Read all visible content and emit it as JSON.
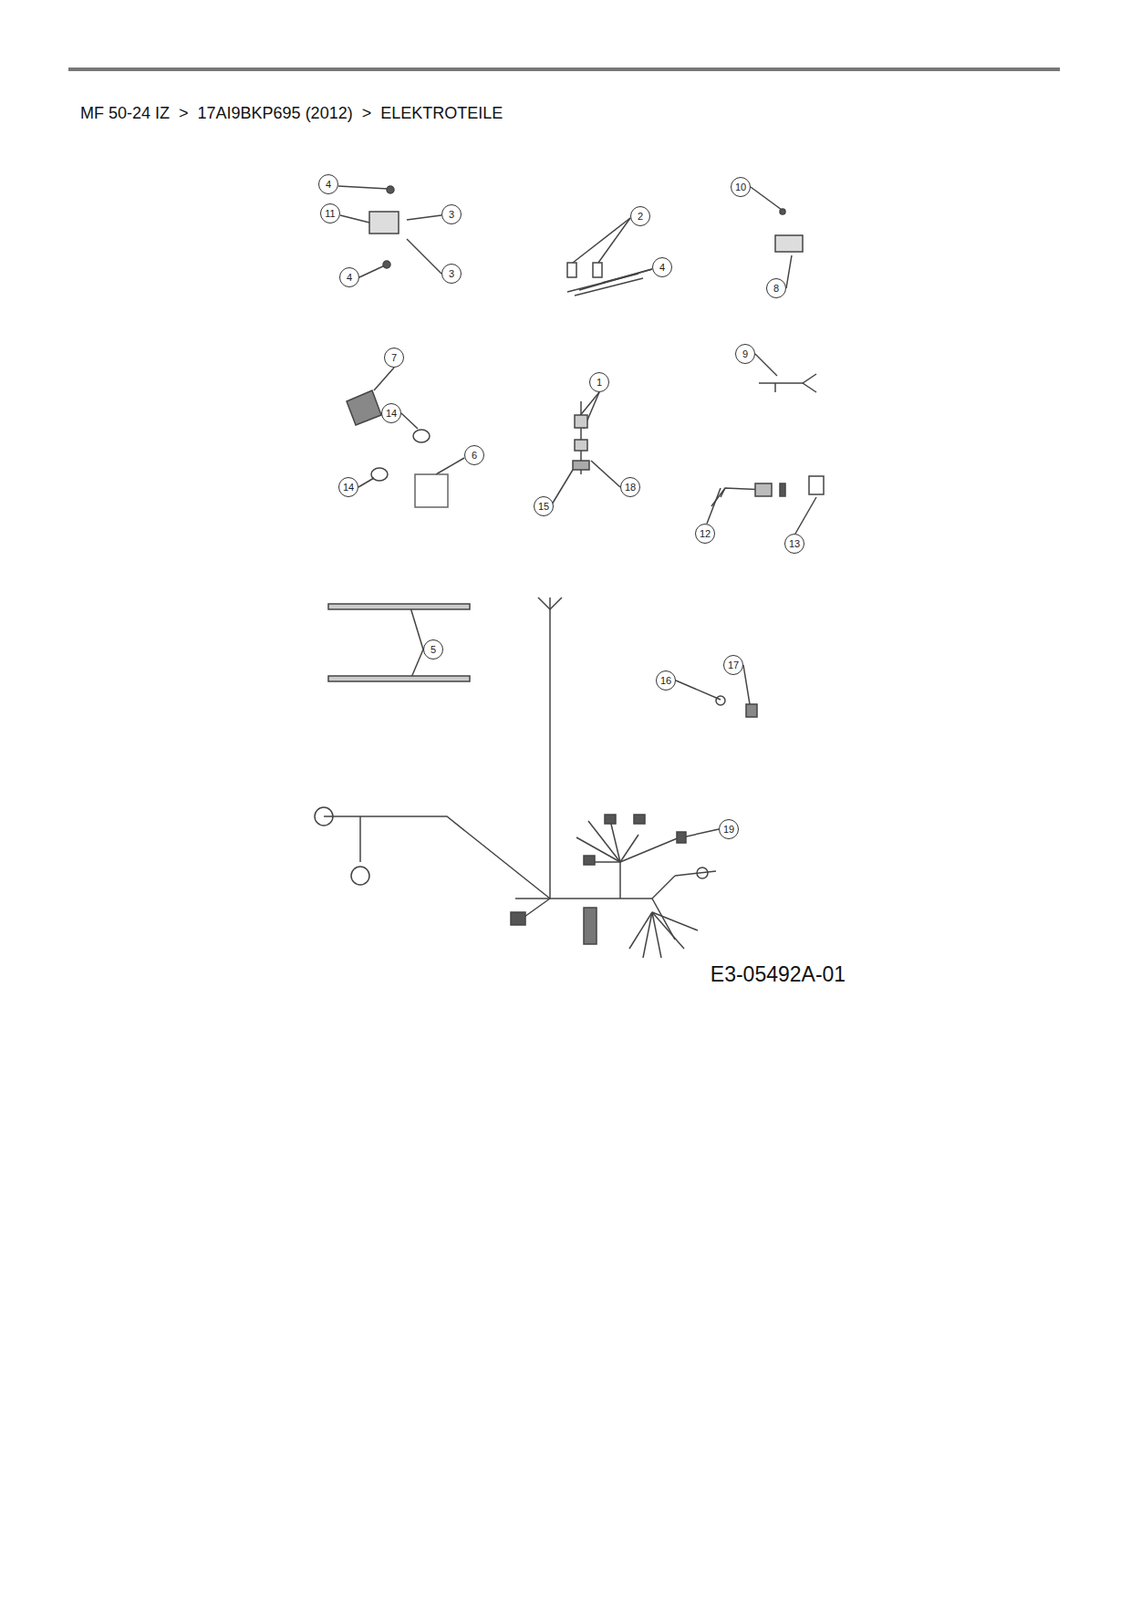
{
  "diagram": {
    "title": "MF 50-24 IZ  >  17AI9BKP695 (2012)  >  ELEKTROTEILE",
    "labels": [
      "4",
      "11",
      "3",
      "3",
      "4",
      "2",
      "4",
      "10",
      "8",
      "7",
      "9",
      "1",
      "14",
      "6",
      "14",
      "15",
      "18",
      "12",
      "13",
      "5",
      "16",
      "17",
      "19",
      "E3-05492A-01"
    ]
  }
}
